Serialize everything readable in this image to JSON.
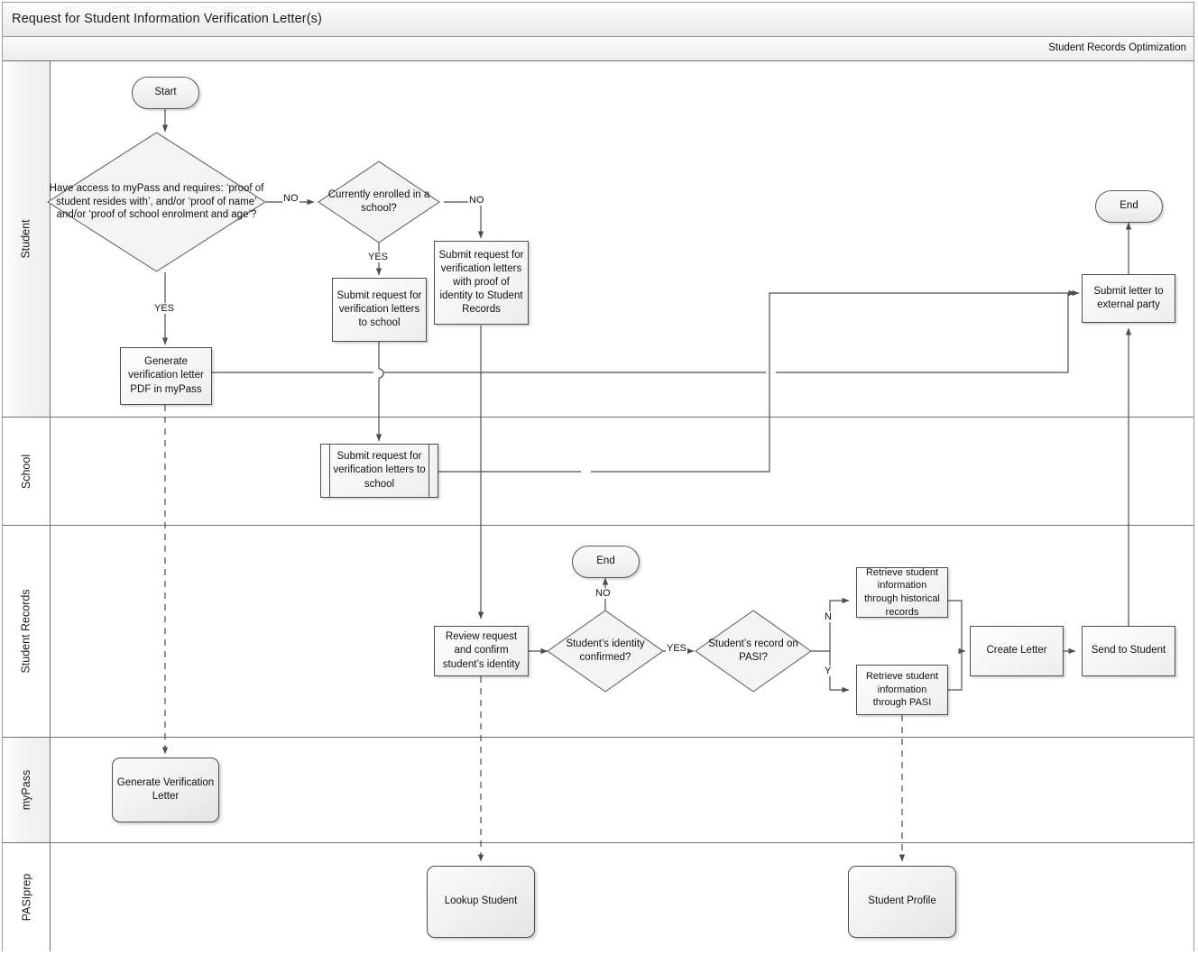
{
  "header": {
    "title": "Request for Student Information Verification Letter(s)",
    "subtitle": "Student Records Optimization"
  },
  "lanes": [
    {
      "id": "student",
      "label": "Student"
    },
    {
      "id": "school",
      "label": "School"
    },
    {
      "id": "student-records",
      "label": "Student Records"
    },
    {
      "id": "mypass",
      "label": "myPass"
    },
    {
      "id": "pasiprep",
      "label": "PASIprep"
    }
  ],
  "nodes": {
    "start": "Start",
    "decision_access": "Have access to myPass and requires: ‘proof of student resides with’, and/or ‘proof of name’ and/or ‘proof of school enrolment and age’?",
    "decision_enrolled": "Currently enrolled in a school?",
    "submit_to_school": "Submit request for verification letters to school",
    "submit_with_proof": "Submit request for verification letters with proof of identity to Student Records",
    "generate_pdf": "Generate verification letter PDF in myPass",
    "school_submit": "Submit request for verification letters to school",
    "review_identity": "Review request and confirm student’s identity",
    "end_records": "End",
    "decision_identity": "Student’s identity confirmed?",
    "decision_pasi": "Student’s record on PASI?",
    "retrieve_hist": "Retrieve student information through historical records",
    "retrieve_pasi": "Retrieve student information through PASI",
    "create_letter": "Create Letter",
    "send_to_student": "Send to Student",
    "submit_external": "Submit letter to external party",
    "end_student": "End",
    "generate_letter": "Generate Verification Letter",
    "lookup_student": "Lookup Student",
    "student_profile": "Student Profile"
  },
  "edge_labels": {
    "access_no": "NO",
    "access_yes": "YES",
    "enrolled_no": "NO",
    "enrolled_yes": "YES",
    "identity_no": "NO",
    "identity_yes": "YES",
    "pasi_n": "N",
    "pasi_y": "Y"
  },
  "colors": {
    "line": "#4d4d4d",
    "lane_border": "#6f6f6f",
    "frame": "#9a9a9a",
    "text": "#111111"
  }
}
